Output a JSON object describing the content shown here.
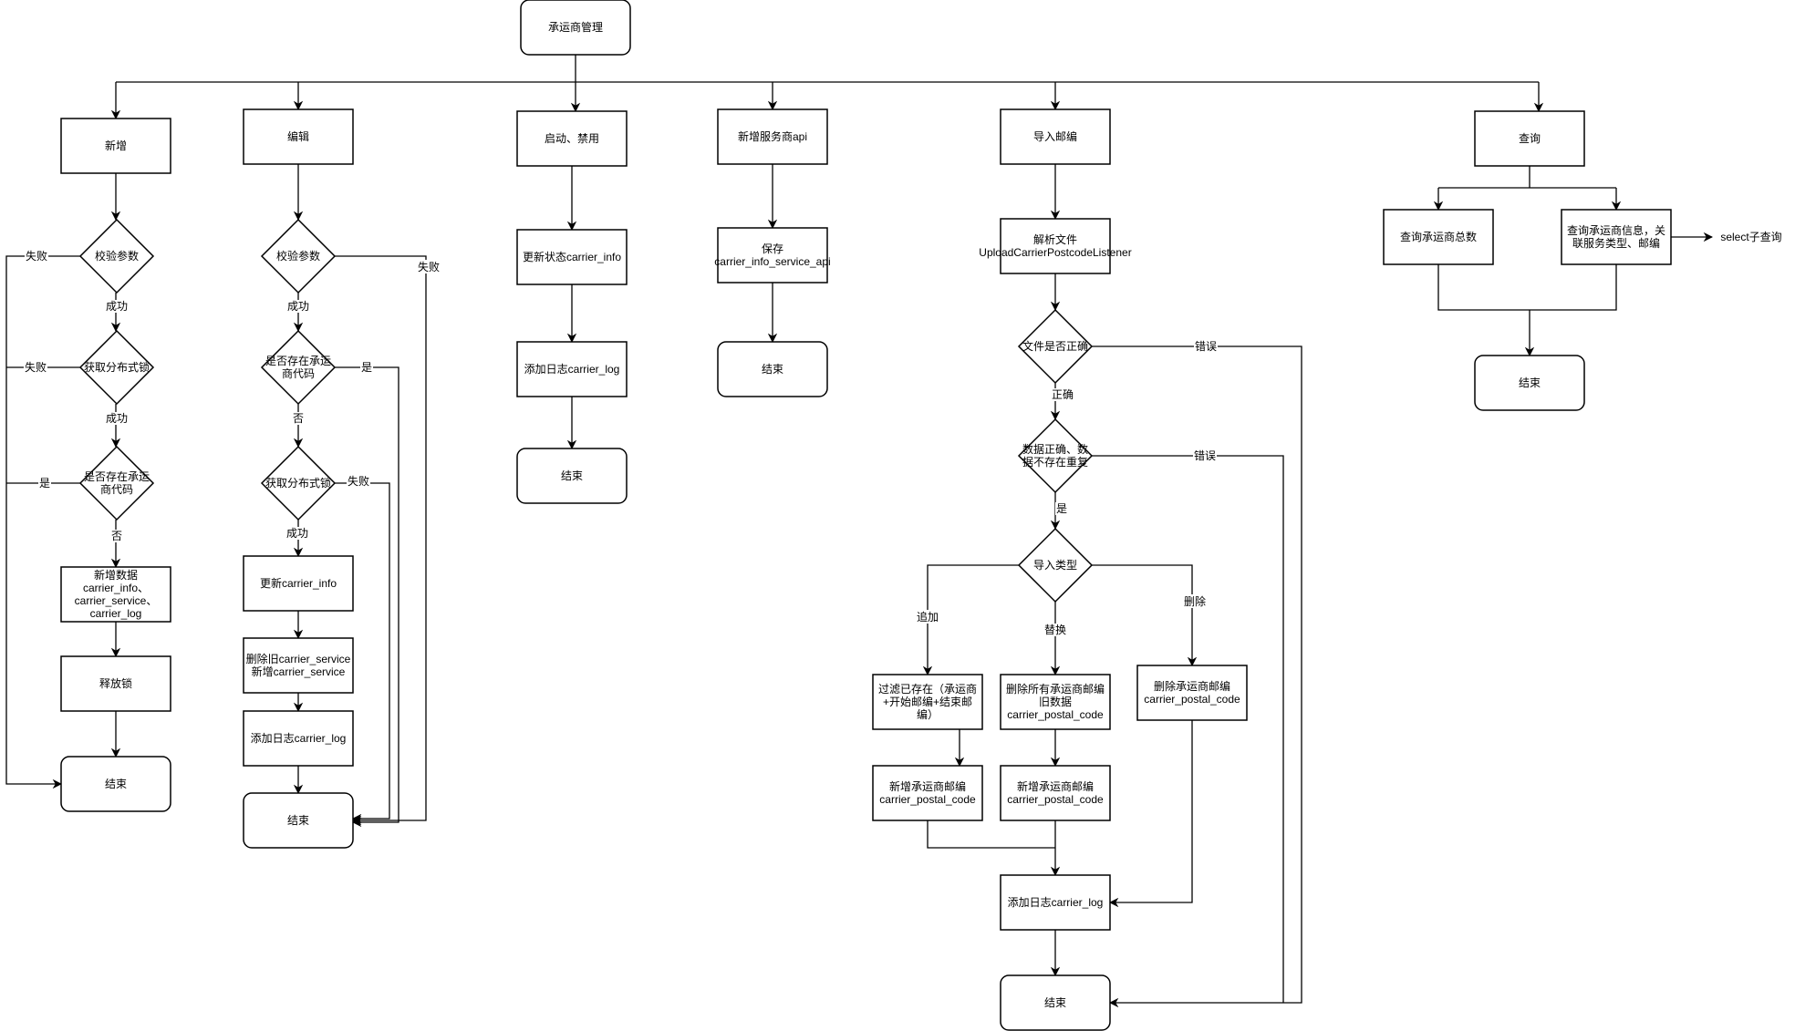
{
  "diagram": {
    "title": "承运商管理",
    "nodes": [
      {
        "id": "root",
        "label": [
          "承运商管理"
        ],
        "shape": "rounded"
      },
      {
        "id": "add",
        "label": [
          "新增"
        ],
        "shape": "rect"
      },
      {
        "id": "add_d1",
        "label": [
          "校验参数"
        ],
        "shape": "diamond"
      },
      {
        "id": "add_d2",
        "label": [
          "获取分布式锁"
        ],
        "shape": "diamond"
      },
      {
        "id": "add_d3",
        "label": [
          "是否存在承运",
          "商代码"
        ],
        "shape": "diamond"
      },
      {
        "id": "add_b1",
        "label": [
          "新增数据",
          "carrier_info、",
          "carrier_service、",
          "carrier_log"
        ],
        "shape": "rect"
      },
      {
        "id": "add_b2",
        "label": [
          "释放锁"
        ],
        "shape": "rect"
      },
      {
        "id": "add_end",
        "label": [
          "结束"
        ],
        "shape": "rounded"
      },
      {
        "id": "edit",
        "label": [
          "编辑"
        ],
        "shape": "rect"
      },
      {
        "id": "edit_d1",
        "label": [
          "校验参数"
        ],
        "shape": "diamond"
      },
      {
        "id": "edit_d2",
        "label": [
          "是否存在承运",
          "商代码"
        ],
        "shape": "diamond"
      },
      {
        "id": "edit_d3",
        "label": [
          "获取分布式锁"
        ],
        "shape": "diamond"
      },
      {
        "id": "edit_b1",
        "label": [
          "更新carrier_info"
        ],
        "shape": "rect"
      },
      {
        "id": "edit_b2",
        "label": [
          "删除旧carrier_service",
          "新增carrier_service"
        ],
        "shape": "rect"
      },
      {
        "id": "edit_b3",
        "label": [
          "添加日志carrier_log"
        ],
        "shape": "rect"
      },
      {
        "id": "edit_end",
        "label": [
          "结束"
        ],
        "shape": "rounded"
      },
      {
        "id": "toggle",
        "label": [
          "启动、禁用"
        ],
        "shape": "rect"
      },
      {
        "id": "toggle_b1",
        "label": [
          "更新状态carrier_info"
        ],
        "shape": "rect"
      },
      {
        "id": "toggle_b2",
        "label": [
          "添加日志carrier_log"
        ],
        "shape": "rect"
      },
      {
        "id": "toggle_end",
        "label": [
          "结束"
        ],
        "shape": "rounded"
      },
      {
        "id": "api",
        "label": [
          "新增服务商api"
        ],
        "shape": "rect"
      },
      {
        "id": "api_b1",
        "label": [
          "保存",
          "carrier_info_service_api"
        ],
        "shape": "rect"
      },
      {
        "id": "api_end",
        "label": [
          "结束"
        ],
        "shape": "rounded"
      },
      {
        "id": "imp",
        "label": [
          "导入邮编"
        ],
        "shape": "rect"
      },
      {
        "id": "imp_b1",
        "label": [
          "解析文件",
          "UploadCarrierPostcodeListener"
        ],
        "shape": "rect"
      },
      {
        "id": "imp_d1",
        "label": [
          "文件是否正确"
        ],
        "shape": "diamond"
      },
      {
        "id": "imp_d2",
        "label": [
          "数据正确、数",
          "据不存在重复"
        ],
        "shape": "diamond"
      },
      {
        "id": "imp_d3",
        "label": [
          "导入类型"
        ],
        "shape": "diamond"
      },
      {
        "id": "imp_append1",
        "label": [
          "过滤已存在（承运商",
          "+开始邮编+结束邮",
          "编）"
        ],
        "shape": "rect"
      },
      {
        "id": "imp_append2",
        "label": [
          "新增承运商邮编",
          "carrier_postal_code"
        ],
        "shape": "rect"
      },
      {
        "id": "imp_replace1",
        "label": [
          "删除所有承运商邮编",
          "旧数据",
          "carrier_postal_code"
        ],
        "shape": "rect"
      },
      {
        "id": "imp_replace2",
        "label": [
          "新增承运商邮编",
          "carrier_postal_code"
        ],
        "shape": "rect"
      },
      {
        "id": "imp_delete1",
        "label": [
          "删除承运商邮编",
          "carrier_postal_code"
        ],
        "shape": "rect"
      },
      {
        "id": "imp_log",
        "label": [
          "添加日志carrier_log"
        ],
        "shape": "rect"
      },
      {
        "id": "imp_end",
        "label": [
          "结束"
        ],
        "shape": "rounded"
      },
      {
        "id": "query",
        "label": [
          "查询"
        ],
        "shape": "rect"
      },
      {
        "id": "query_count",
        "label": [
          "查询承运商总数"
        ],
        "shape": "rect"
      },
      {
        "id": "query_info",
        "label": [
          "查询承运商信息，关",
          "联服务类型、邮编"
        ],
        "shape": "rect"
      },
      {
        "id": "query_end",
        "label": [
          "结束"
        ],
        "shape": "rounded"
      }
    ],
    "edge_labels": {
      "fail": "失败",
      "success": "成功",
      "yes": "是",
      "no": "否",
      "error": "错误",
      "correct": "正确",
      "append": "追加",
      "replace": "替换",
      "delete": "删除"
    },
    "annotations": {
      "select_subquery": "select子查询"
    }
  }
}
